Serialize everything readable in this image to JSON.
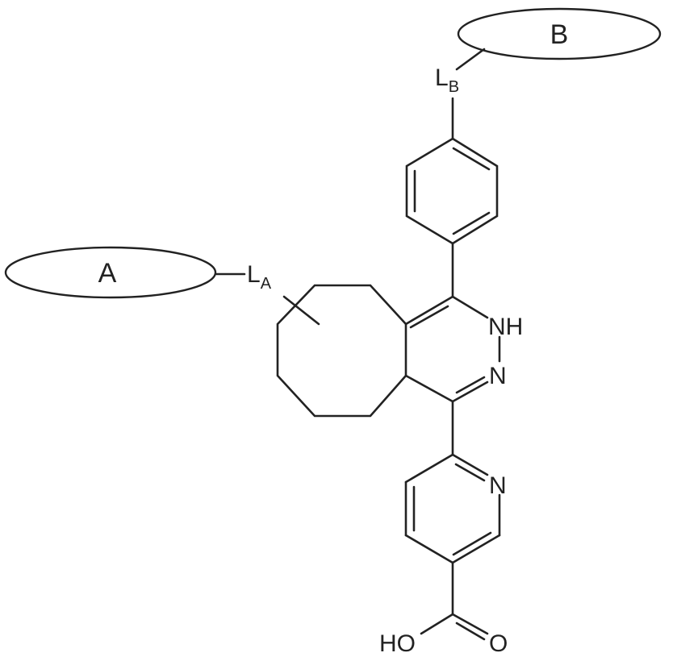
{
  "groups": {
    "a": "A",
    "b": "B"
  },
  "linkers": {
    "la_main": "L",
    "la_sub": "A",
    "lb_main": "L",
    "lb_sub": "B"
  },
  "atoms": {
    "nh": "NH",
    "n_pyridazine": "N",
    "n_pyridine": "N",
    "ho": "HO",
    "o": "O"
  }
}
